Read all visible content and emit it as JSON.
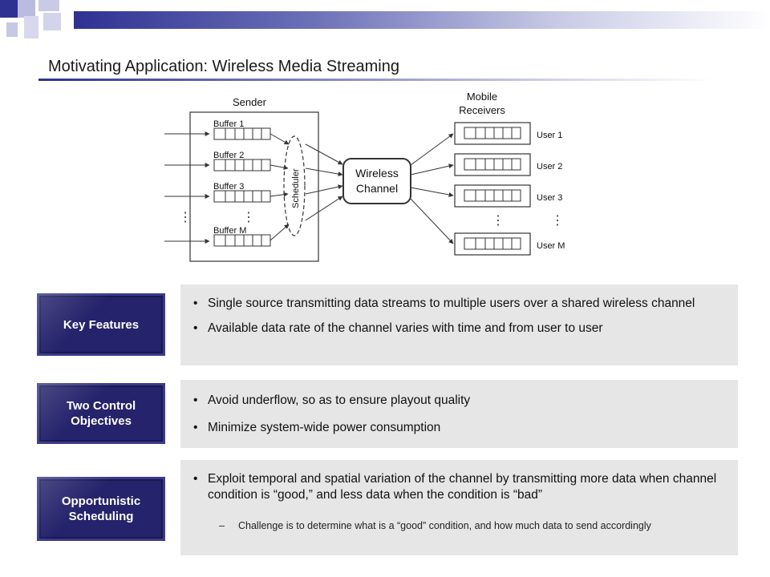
{
  "title": "Motivating Application: Wireless Media Streaming",
  "colors": {
    "accent": "#25236b",
    "panel": "#e6e6e6"
  },
  "diagram": {
    "sender_label": "Sender",
    "receivers_label_line1": "Mobile",
    "receivers_label_line2": "Receivers",
    "buffers": [
      "Buffer 1",
      "Buffer 2",
      "Buffer 3",
      "Buffer M"
    ],
    "scheduler_label": "Scheduler",
    "channel_line1": "Wireless",
    "channel_line2": "Channel",
    "users": [
      "User 1",
      "User 2",
      "User 3",
      "User M"
    ],
    "dots": "⋮"
  },
  "rows": [
    {
      "tag": "Key Features",
      "bullets": [
        "Single source transmitting data streams to multiple users over a shared wireless channel",
        "Available data rate of the channel varies with time and from user to user"
      ]
    },
    {
      "tag_line1": "Two Control",
      "tag_line2": "Objectives",
      "bullets": [
        "Avoid underflow, so as to ensure playout quality",
        "Minimize system-wide power consumption"
      ]
    },
    {
      "tag_line1": "Opportunistic",
      "tag_line2": "Scheduling",
      "bullets": [
        "Exploit temporal and spatial variation of the channel by transmitting more data when channel condition is “good,” and less data when the condition is “bad”"
      ],
      "sub_dash": "–",
      "sub": "Challenge is to determine what is a “good” condition, and how much data to send accordingly"
    }
  ]
}
